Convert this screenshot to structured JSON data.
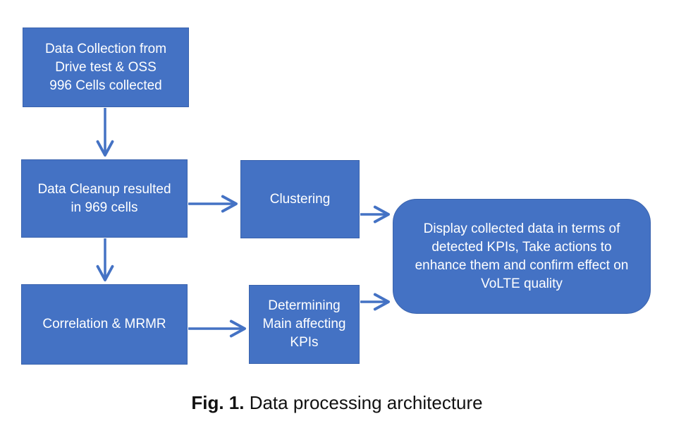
{
  "nodes": {
    "collection": {
      "text": "Data Collection from\nDrive test & OSS\n996 Cells collected"
    },
    "cleanup": {
      "text": "Data Cleanup resulted\nin 969 cells"
    },
    "clustering": {
      "text": "Clustering"
    },
    "correlation": {
      "text": "Correlation & MRMR"
    },
    "determining": {
      "text": "Determining\nMain affecting\nKPIs"
    },
    "display": {
      "text": "Display collected data in terms of\ndetected KPIs, Take actions to\nenhance them and confirm effect on\nVoLTE quality"
    }
  },
  "edges": [
    {
      "from": "collection",
      "to": "cleanup"
    },
    {
      "from": "cleanup",
      "to": "clustering"
    },
    {
      "from": "cleanup",
      "to": "correlation"
    },
    {
      "from": "correlation",
      "to": "determining"
    },
    {
      "from": "clustering",
      "to": "display"
    },
    {
      "from": "determining",
      "to": "display"
    }
  ],
  "caption": {
    "label": "Fig. 1.",
    "text": " Data processing architecture"
  },
  "colors": {
    "box_fill": "#4472c4",
    "arrow": "#4472c4",
    "box_text": "#ffffff"
  }
}
